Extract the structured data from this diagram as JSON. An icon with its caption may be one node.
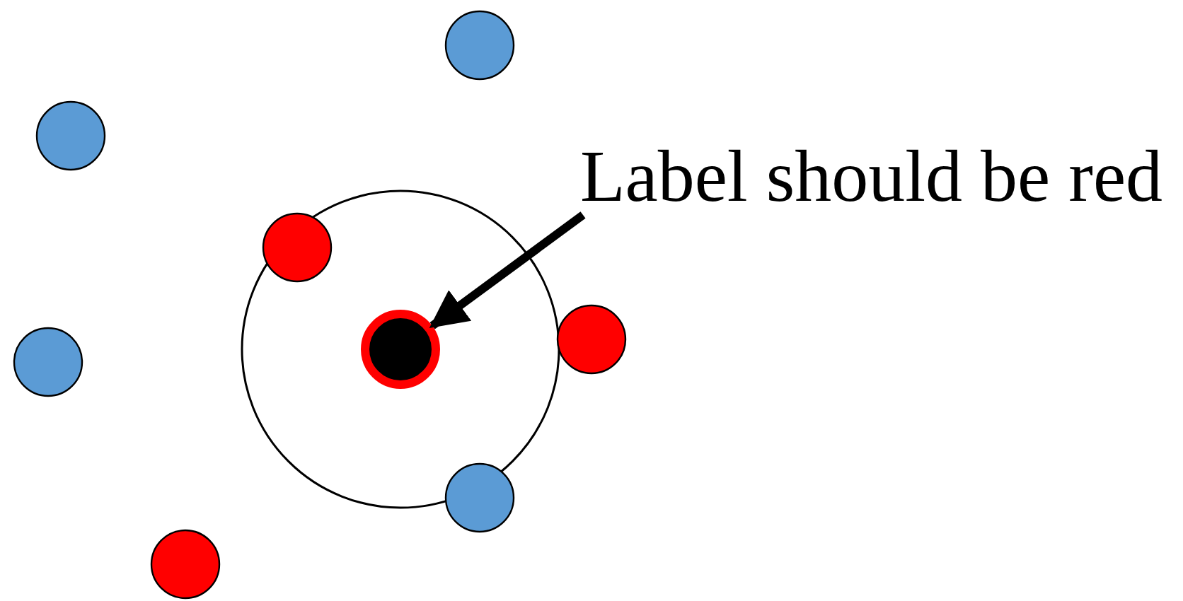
{
  "diagram": {
    "nodes": [
      {
        "text": [
          "Label should be red"
        ]
      },
      {
        "text": [],
        "shape": "circle"
      }
    ],
    "edges": [
      {
        "from": 0,
        "to": 1,
        "arrow": "to"
      }
    ]
  }
}
